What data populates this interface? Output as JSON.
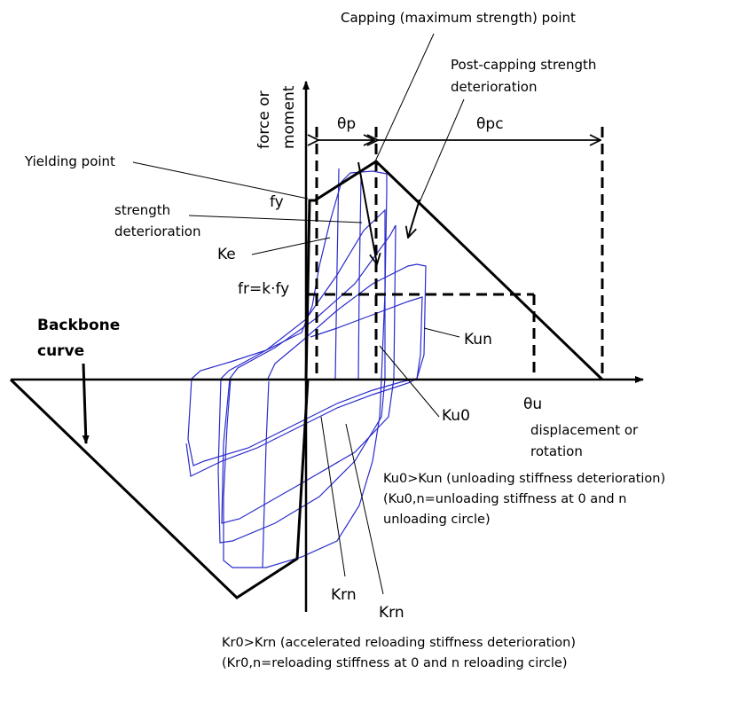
{
  "diagram": {
    "title": "Modified Ibarra-Medina-Krawinkler deterioration model",
    "colors": {
      "backbone": "#000000",
      "hysteresis": "#2b2bcc",
      "leader": "#000000"
    },
    "axes": {
      "y_label_line1": "force or",
      "y_label_line2": "moment",
      "x_label_line1": "displacement or",
      "x_label_line2": "rotation"
    },
    "labels": {
      "capping_point": "Capping (maximum strength) point",
      "post_capping_line1": "Post-capping strength",
      "post_capping_line2": "deterioration",
      "yielding_point": "Yielding point",
      "strength_det_line1": "strength",
      "strength_det_line2": "deterioration",
      "fy": "fy",
      "ke": "Ke",
      "fr": "fr=k·fy",
      "backbone_line1": "Backbone",
      "backbone_line2": "curve",
      "theta_p": "θp",
      "theta_pc": "θpc",
      "theta_u": "θu",
      "kun": "Kun",
      "ku0": "Ku0",
      "krn_1": "Krn",
      "krn_2": "Krn"
    },
    "notes": {
      "unloading_line1": "Ku0>Kun (unloading stiffness deterioration)",
      "unloading_line2": "(Ku0,n=unloading stiffness at 0 and n",
      "unloading_line3": "unloading circle)",
      "reloading_line1": "Kr0>Krn (accelerated reloading stiffness deterioration)",
      "reloading_line2": "(Kr0,n=reloading stiffness at 0 and n reloading circle)"
    }
  }
}
